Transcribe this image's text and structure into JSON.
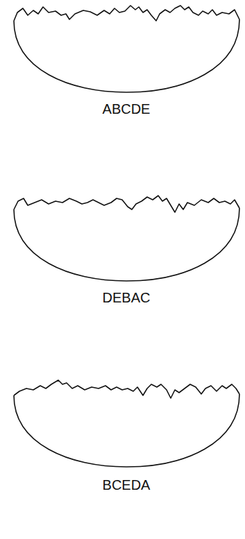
{
  "diagram": {
    "labels": [
      "ABCDE",
      "DEBAC",
      "BCEDA"
    ]
  }
}
